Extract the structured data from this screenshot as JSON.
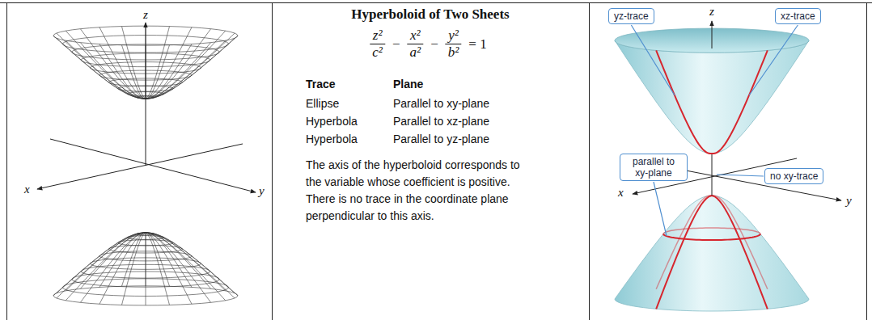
{
  "diagram": {
    "title": "Hyperboloid of Two Sheets",
    "nodes": [
      {
        "text": [
          "yz-trace"
        ]
      },
      {
        "text": [
          "xz-trace"
        ]
      },
      {
        "text": [
          "parallel to xy-plane"
        ]
      },
      {
        "text": [
          "no xy-trace"
        ]
      }
    ],
    "labels": [
      "z",
      "x",
      "y",
      "z²",
      "c²",
      "−",
      "x²",
      "a²",
      "−",
      "y²",
      "b²",
      "= 1",
      "Trace",
      "Plane",
      "Ellipse",
      "Parallel to xy-plane",
      "Hyperbola",
      "Parallel to xz-plane",
      "Hyperbola",
      "Parallel to yz-plane",
      "The axis of the hyperboloid corresponds to the variable whose coefficient is positive. There is no trace in the coordinate plane perpendicular to this axis.",
      "z",
      "x",
      "y"
    ]
  }
}
